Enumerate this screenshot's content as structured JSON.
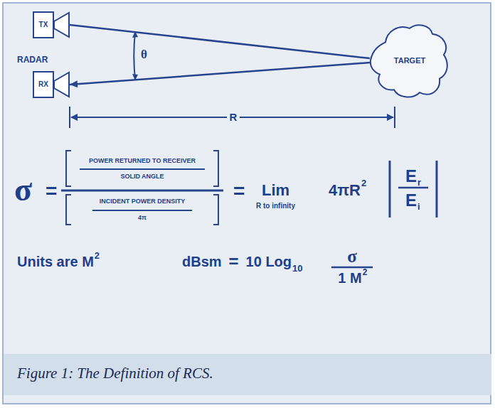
{
  "diagram": {
    "caption": "Figure 1: The Definition of RCS.",
    "nodes": [
      {
        "text": [
          "TX"
        ]
      },
      {
        "text": [
          "RX"
        ]
      },
      {
        "text": [
          "TARGET"
        ]
      }
    ],
    "edges": [
      {
        "from": 0,
        "to": 2,
        "arrow": "none"
      },
      {
        "from": 2,
        "to": 1,
        "arrow": "to"
      }
    ],
    "labels": [
      "RADAR",
      "θ",
      "R",
      "σ",
      "=",
      "POWER RETURNED TO RECEIVER",
      "SOLID ANGLE",
      "INCIDENT POWER DENSITY",
      "4π",
      "=",
      "Lim",
      "R to infinity",
      "4πR",
      "2",
      "E",
      "r",
      "E",
      "i",
      "Units are M",
      "2",
      "dBsm",
      "=",
      "10 Log",
      "10",
      "σ",
      "1 M",
      "2"
    ]
  }
}
